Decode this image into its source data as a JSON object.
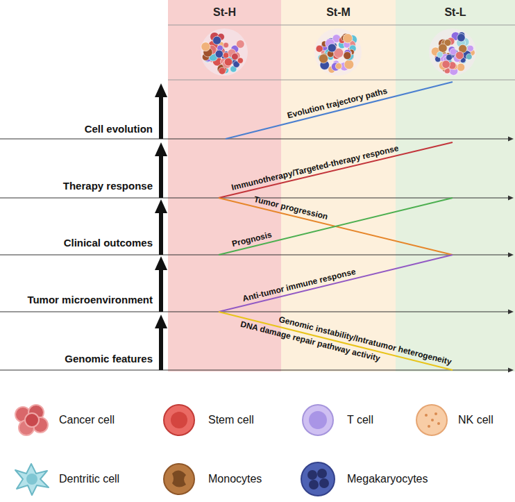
{
  "diagram": {
    "nodes": [
      {
        "text": [
          "St-H"
        ]
      },
      {
        "text": [
          "St-M"
        ]
      },
      {
        "text": [
          "St-L"
        ]
      }
    ],
    "labels": [
      "Cell evolution",
      "Evolution trajectory paths",
      "Therapy response",
      "Immunotherapy/Targeted-therapy response",
      "Tumor progression",
      "Clinical outcomes",
      "Prognosis",
      "Tumor microenvironment",
      "Anti-tumor immune response",
      "Genomic features",
      "Genomic instability/Intratumor heterogeneity",
      "DNA damage repair pathway activity"
    ],
    "legend": [
      {
        "text": "Cancer cell"
      },
      {
        "text": "Stem cell"
      },
      {
        "text": "T cell"
      },
      {
        "text": "NK cell"
      },
      {
        "text": "Dentritic cell"
      },
      {
        "text": "Monocytes"
      },
      {
        "text": "Megakaryocytes"
      }
    ]
  }
}
